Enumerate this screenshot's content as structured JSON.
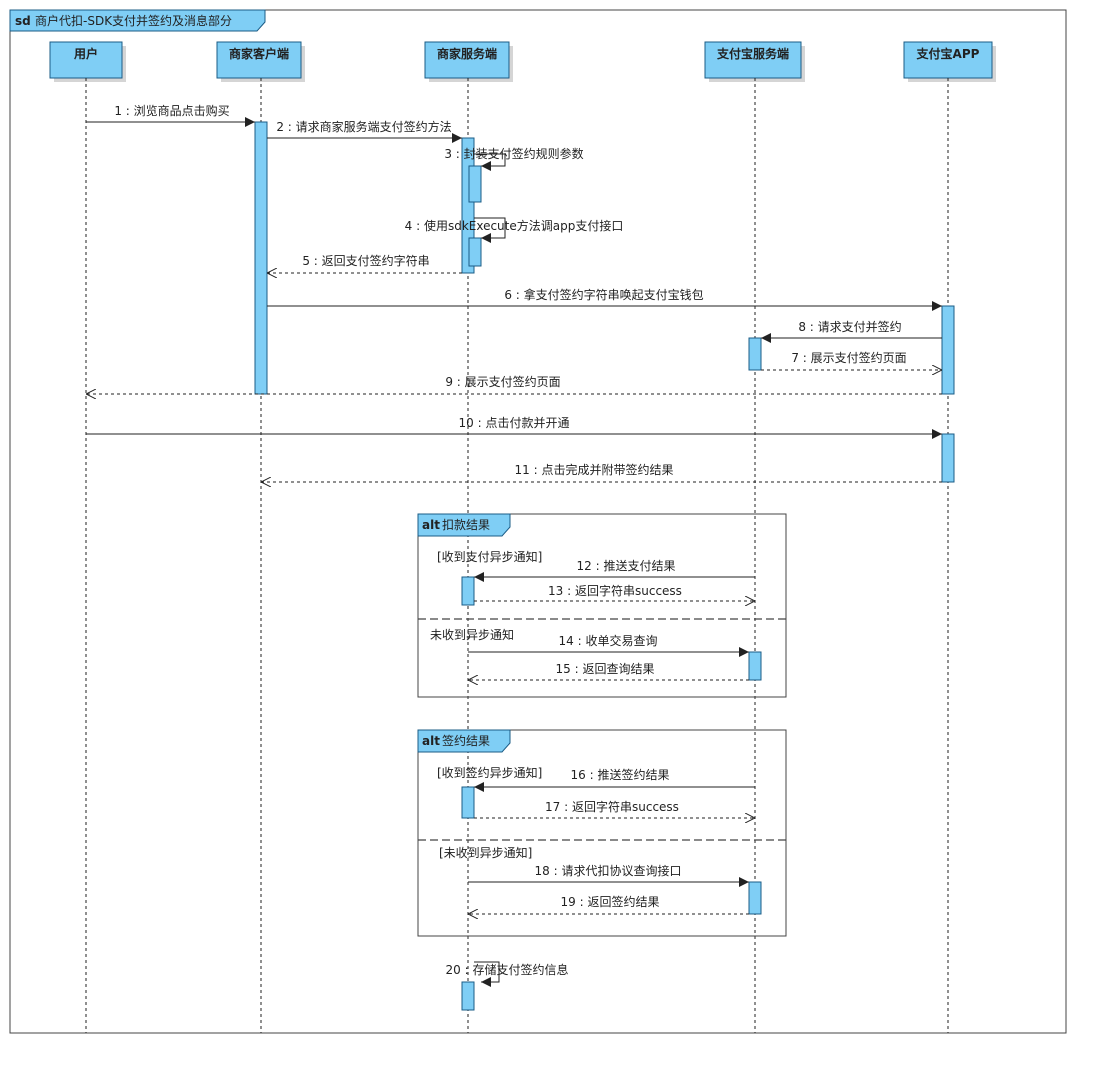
{
  "frame": {
    "keyword": "sd",
    "title": "商户代扣-SDK支付并签约及消息部分"
  },
  "colors": {
    "box_fill": "#7fcef5",
    "box_stroke": "#1b5c86",
    "line": "#222222"
  },
  "participants": [
    "用户",
    "商家客户端",
    "商家服务端",
    "支付宝服务端",
    "支付宝APP"
  ],
  "messages": [
    {
      "label": "1 : 浏览商品点击购买",
      "from": 0,
      "to": 1,
      "kind": "sync"
    },
    {
      "label": "2 : 请求商家服务端支付签约方法",
      "from": 1,
      "to": 2,
      "kind": "sync"
    },
    {
      "label": "3 : 封装支付签约规则参数",
      "from": 2,
      "to": 2,
      "kind": "self"
    },
    {
      "label": "4 : 使用sdkExecute方法调app支付接口",
      "from": 2,
      "to": 2,
      "kind": "self"
    },
    {
      "label": "5 : 返回支付签约字符串",
      "from": 2,
      "to": 1,
      "kind": "reply"
    },
    {
      "label": "6 : 拿支付签约字符串唤起支付宝钱包",
      "from": 1,
      "to": 4,
      "kind": "sync"
    },
    {
      "label": "8 : 请求支付并签约",
      "from": 4,
      "to": 3,
      "kind": "sync"
    },
    {
      "label": "7 : 展示支付签约页面",
      "from": 3,
      "to": 4,
      "kind": "reply"
    },
    {
      "label": "9 : 展示支付签约页面",
      "from": 4,
      "to": 0,
      "kind": "reply"
    },
    {
      "label": "10 : 点击付款并开通",
      "from": 0,
      "to": 4,
      "kind": "sync"
    },
    {
      "label": "11 : 点击完成并附带签约结果",
      "from": 4,
      "to": 1,
      "kind": "reply"
    },
    {
      "label": "12 : 推送支付结果",
      "from": 3,
      "to": 2,
      "kind": "sync"
    },
    {
      "label": "13 : 返回字符串success",
      "from": 2,
      "to": 3,
      "kind": "reply"
    },
    {
      "label": "14 : 收单交易查询",
      "from": 2,
      "to": 3,
      "kind": "sync"
    },
    {
      "label": "15 : 返回查询结果",
      "from": 3,
      "to": 2,
      "kind": "reply"
    },
    {
      "label": "16 : 推送签约结果",
      "from": 3,
      "to": 2,
      "kind": "sync"
    },
    {
      "label": "17 : 返回字符串success",
      "from": 2,
      "to": 3,
      "kind": "reply"
    },
    {
      "label": "18 : 请求代扣协议查询接口",
      "from": 2,
      "to": 3,
      "kind": "sync"
    },
    {
      "label": "19 : 返回签约结果",
      "from": 3,
      "to": 2,
      "kind": "reply"
    },
    {
      "label": "20 : 存储支付签约信息",
      "from": 2,
      "to": 2,
      "kind": "self"
    }
  ],
  "fragments": [
    {
      "keyword": "alt",
      "title": "扣款结果",
      "guards": [
        "[收到支付异步通知]",
        "未收到异步通知"
      ]
    },
    {
      "keyword": "alt",
      "title": "签约结果",
      "guards": [
        "[收到签约异步通知]",
        "[未收到异步通知]"
      ]
    }
  ]
}
